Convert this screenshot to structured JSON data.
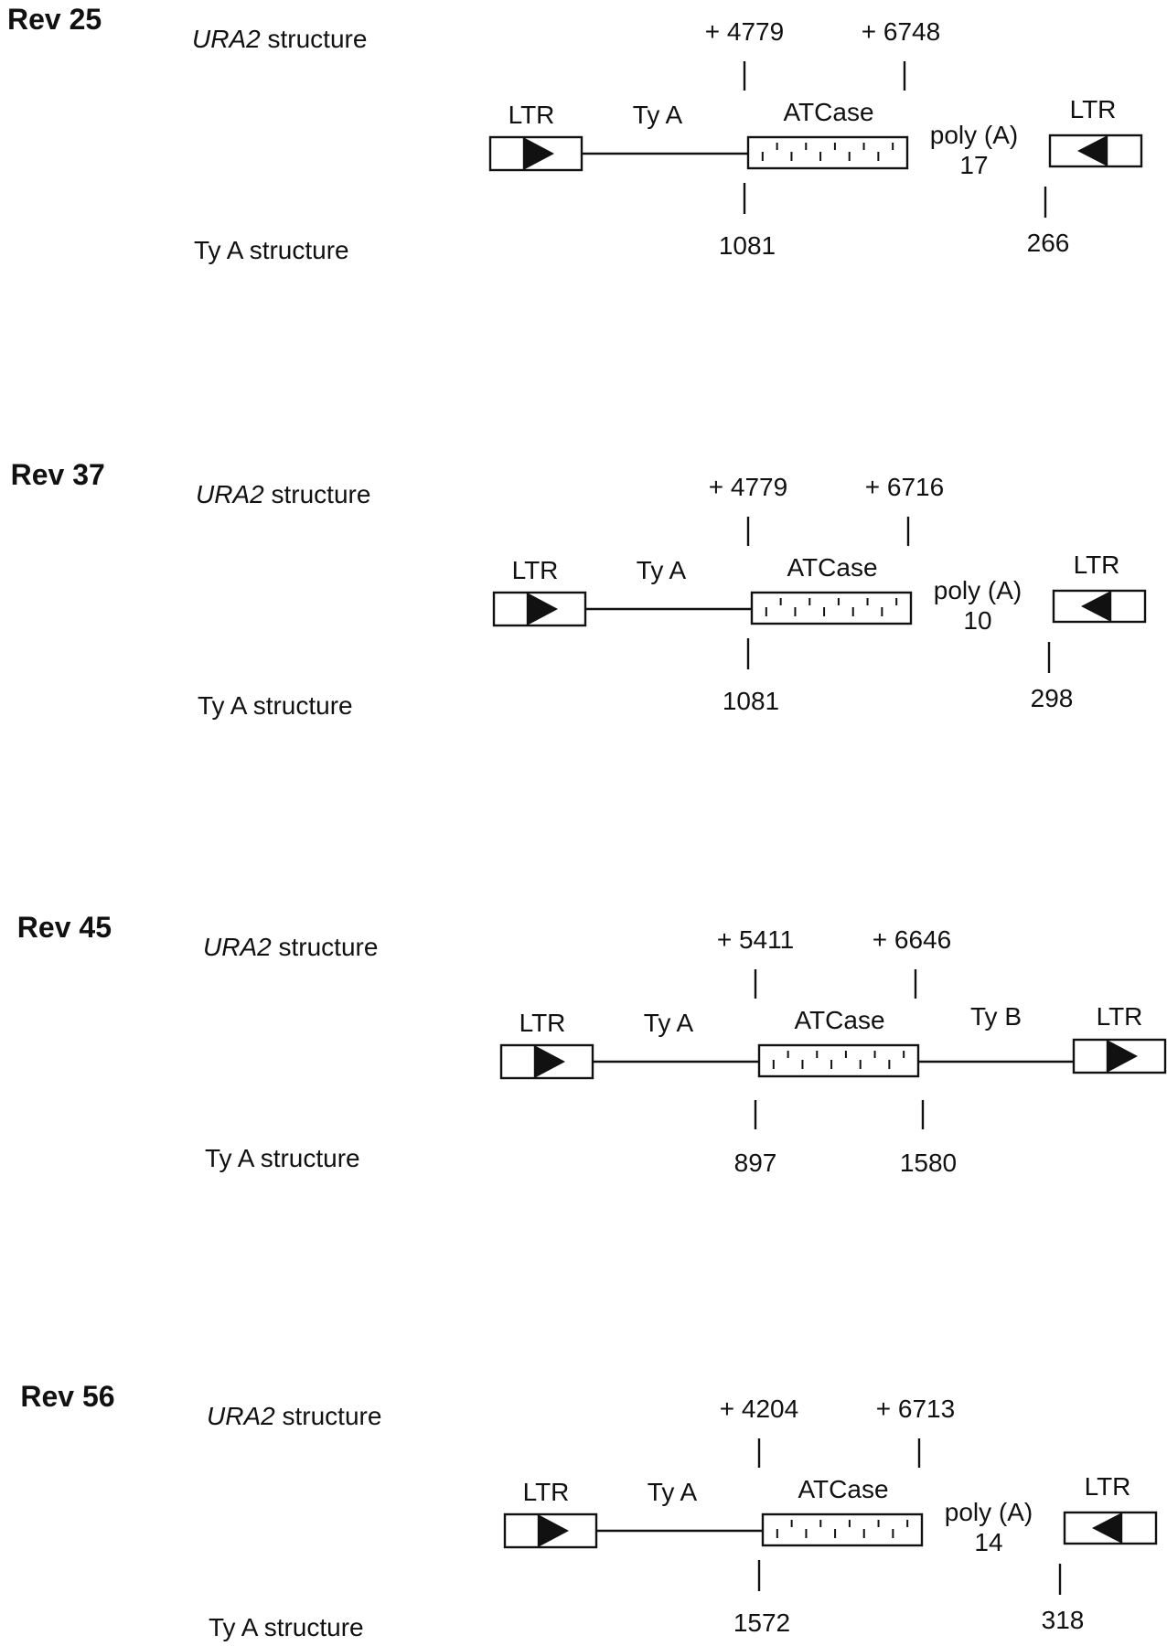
{
  "panels": [
    {
      "title": "Rev 25",
      "ura2_label_italic": "URA2",
      "ura2_label_rest": " structure",
      "tya_label": "Ty A structure",
      "ura2_coords": [
        "+ 4779",
        "+ 6748"
      ],
      "tya_coords": [
        "1081",
        "266"
      ],
      "segments": {
        "ltr_left": "LTR",
        "ty_a": "Ty A",
        "atcase": "ATCase",
        "poly_a": "poly (A)",
        "poly_a_count": "17",
        "ltr_right": "LTR"
      },
      "ltr_right_orientation": "reverse"
    },
    {
      "title": "Rev 37",
      "ura2_label_italic": "URA2",
      "ura2_label_rest": " structure",
      "tya_label": "Ty A structure",
      "ura2_coords": [
        "+ 4779",
        "+ 6716"
      ],
      "tya_coords": [
        "1081",
        "298"
      ],
      "segments": {
        "ltr_left": "LTR",
        "ty_a": "Ty A",
        "atcase": "ATCase",
        "poly_a": "poly (A)",
        "poly_a_count": "10",
        "ltr_right": "LTR"
      },
      "ltr_right_orientation": "reverse"
    },
    {
      "title": "Rev 45",
      "ura2_label_italic": "URA2",
      "ura2_label_rest": " structure",
      "tya_label": "Ty A structure",
      "ura2_coords": [
        "+ 5411",
        "+ 6646"
      ],
      "tya_coords": [
        "897",
        "1580"
      ],
      "segments": {
        "ltr_left": "LTR",
        "ty_a": "Ty A",
        "atcase": "ATCase",
        "ty_b": "Ty B",
        "ltr_right": "LTR"
      },
      "ltr_right_orientation": "forward"
    },
    {
      "title": "Rev 56",
      "ura2_label_italic": "URA2",
      "ura2_label_rest": " structure",
      "tya_label": "Ty A structure",
      "ura2_coords": [
        "+ 4204",
        "+ 6713"
      ],
      "tya_coords": [
        "1572",
        "318"
      ],
      "segments": {
        "ltr_left": "LTR",
        "ty_a": "Ty A",
        "atcase": "ATCase",
        "poly_a": "poly (A)",
        "poly_a_count": "14",
        "ltr_right": "LTR"
      },
      "ltr_right_orientation": "reverse"
    }
  ]
}
